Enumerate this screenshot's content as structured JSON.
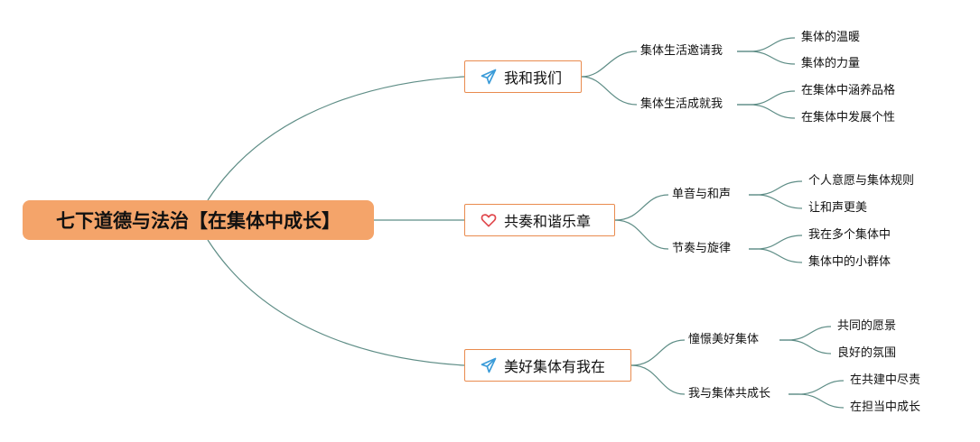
{
  "root": {
    "title": "七下道德与法治【在集体中成长】"
  },
  "branches": [
    {
      "title": "我和我们",
      "icon": "paper-plane-icon",
      "children": [
        {
          "title": "集体生活邀请我",
          "leaves": [
            "集体的温暖",
            "集体的力量"
          ]
        },
        {
          "title": "集体生活成就我",
          "leaves": [
            "在集体中涵养品格",
            "在集体中发展个性"
          ]
        }
      ]
    },
    {
      "title": "共奏和谐乐章",
      "icon": "heart-icon",
      "children": [
        {
          "title": "单音与和声",
          "leaves": [
            "个人意愿与集体规则",
            "让和声更美"
          ]
        },
        {
          "title": "节奏与旋律",
          "leaves": [
            "我在多个集体中",
            "集体中的小群体"
          ]
        }
      ]
    },
    {
      "title": "美好集体有我在",
      "icon": "paper-plane-icon",
      "children": [
        {
          "title": "憧憬美好集体",
          "leaves": [
            "共同的愿景",
            "良好的氛围"
          ]
        },
        {
          "title": "我与集体共成长",
          "leaves": [
            "在共建中尽责",
            "在担当中成长"
          ]
        }
      ]
    }
  ],
  "colors": {
    "line": "#5e8d86",
    "root_fill": "#f4a46a",
    "topic_border": "#e98b4e",
    "plane_icon": "#3a9bd8",
    "heart_icon": "#e0474c"
  }
}
